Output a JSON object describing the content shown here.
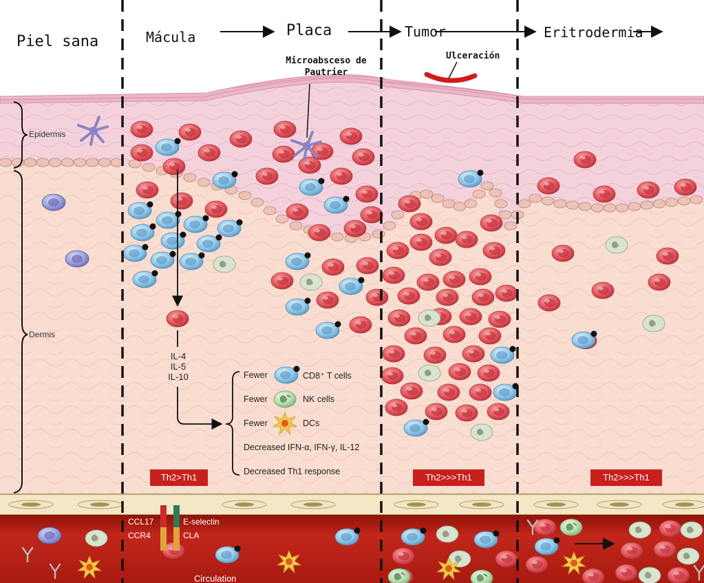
{
  "header": {
    "stage_healthy": "Piel sana",
    "stage_macula": "Mácula",
    "stage_plaque": "Placa",
    "stage_tumor": "Tumor",
    "stage_erythroderma": "Eritrodermia"
  },
  "annotations": {
    "pautrier_line1": "Microabsceso de",
    "pautrier_line2": "Pautrier",
    "ulceration": "Ulceración"
  },
  "layers": {
    "epidermis": "Epidermis",
    "dermis": "Dermis",
    "circulation": "Circulation"
  },
  "cytokines": [
    "IL-4",
    "IL-5",
    "IL-10"
  ],
  "effects": [
    {
      "prefix": "Fewer",
      "cell_icon": "cd8-t-cell-icon",
      "label": "CD8⁺ T cells"
    },
    {
      "prefix": "Fewer",
      "cell_icon": "nk-cell-icon",
      "label": "NK cells"
    },
    {
      "prefix": "Fewer",
      "cell_icon": "dendritic-cell-icon",
      "label": "DCs"
    },
    {
      "prefix": "",
      "cell_icon": "",
      "label": "Decreased IFN-α, IFN-γ, IL-12"
    },
    {
      "prefix": "",
      "cell_icon": "",
      "label": "Decreased Th1 response"
    }
  ],
  "badges": {
    "macula": "Th2>Th1",
    "tumor": "Th2>>>Th1",
    "erythroderma": "Th2>>>Th1"
  },
  "receptors": {
    "ccl17": "CCL17",
    "ccr4": "CCR4",
    "e_selectin": "E-selectin",
    "cla": "CLA"
  },
  "colors": {
    "malignant_t_cell": "#e2555c",
    "cd8_t_cell": "#8ec6e6",
    "nk_cell": "#b9dbb0",
    "epidermis": "#f2cfd9",
    "dermis": "#f8ddd0",
    "vessel": "#b31b10",
    "badge": "#c8201d"
  }
}
